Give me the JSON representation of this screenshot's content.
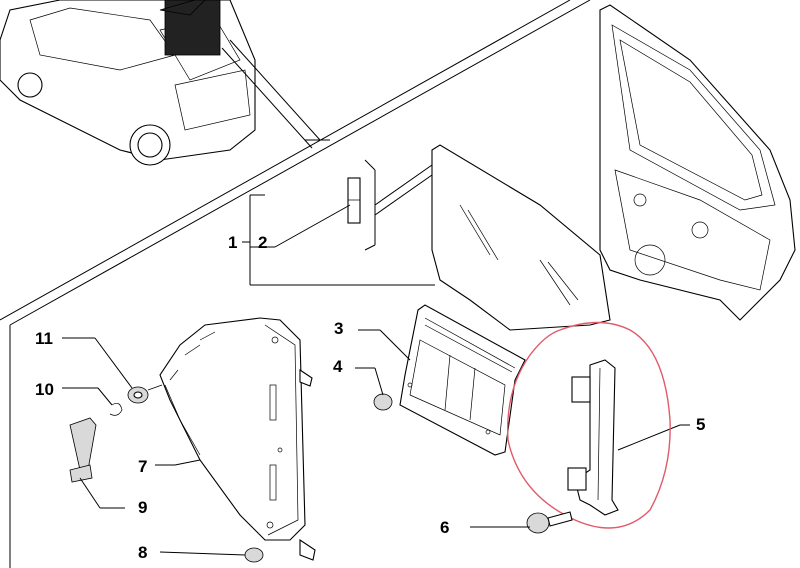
{
  "callouts": {
    "c1": "1",
    "c2": "2",
    "c3": "3",
    "c4": "4",
    "c5": "5",
    "c6": "6",
    "c7": "7",
    "c8": "8",
    "c9": "9",
    "c10": "10",
    "c11": "11"
  },
  "colors": {
    "line": "#000000",
    "background": "#ffffff",
    "highlight": "#e05a6a"
  }
}
